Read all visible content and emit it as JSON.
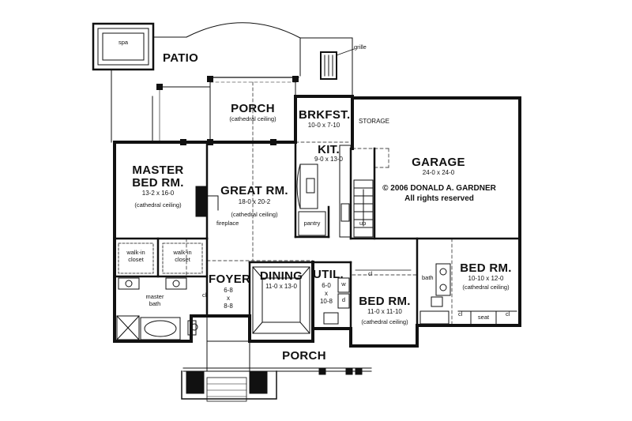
{
  "labels": {
    "spa": "spa",
    "patio": "PATIO",
    "grille": "grille",
    "porch_rear": "PORCH",
    "porch_rear_note": "(cathedral ceiling)",
    "brkfst": "BRKFST.",
    "brkfst_dim": "10-0 x 7-10",
    "storage": "STORAGE",
    "kit": "KIT.",
    "kit_dim": "9-0 x 13-0",
    "garage": "GARAGE",
    "garage_dim": "24-0 x 24-0",
    "copyright": "© 2006 DONALD A. GARDNER",
    "rights": "All rights reserved",
    "master_bed": "MASTER",
    "master_bed2": "BED RM.",
    "master_dim": "13-2 x 16-0",
    "master_note": "(cathedral ceiling)",
    "great_rm": "GREAT RM.",
    "great_dim": "18-0 x 20-2",
    "great_note": "(cathedral ceiling)",
    "fireplace": "fireplace",
    "pantry": "pantry",
    "up": "up",
    "walkin1a": "walk-in",
    "walkin1b": "closet",
    "walkin2a": "walk-in",
    "walkin2b": "closet",
    "master_bath1": "master",
    "master_bath2": "bath",
    "cl_foyer": "cl",
    "foyer": "FOYER",
    "foyer_dim1": "6-8",
    "foyer_x": "x",
    "foyer_dim2": "8-8",
    "dining": "DINING",
    "dining_dim": "11-0 x 13-0",
    "util": "UTIL.",
    "util_dim1": "6-0",
    "util_x": "x",
    "util_dim2": "10-8",
    "w": "w",
    "d": "d",
    "cl_util": "cl",
    "bed2": "BED RM.",
    "bed2_dim": "11-0 x 11-10",
    "bed2_note": "(cathedral ceiling)",
    "bath": "bath",
    "bed3": "BED RM.",
    "bed3_dim": "10-10 x 12-0",
    "bed3_note": "(cathedral ceiling)",
    "cl_bed3a": "cl",
    "seat": "seat",
    "cl_bed3b": "cl",
    "porch_front": "PORCH"
  }
}
